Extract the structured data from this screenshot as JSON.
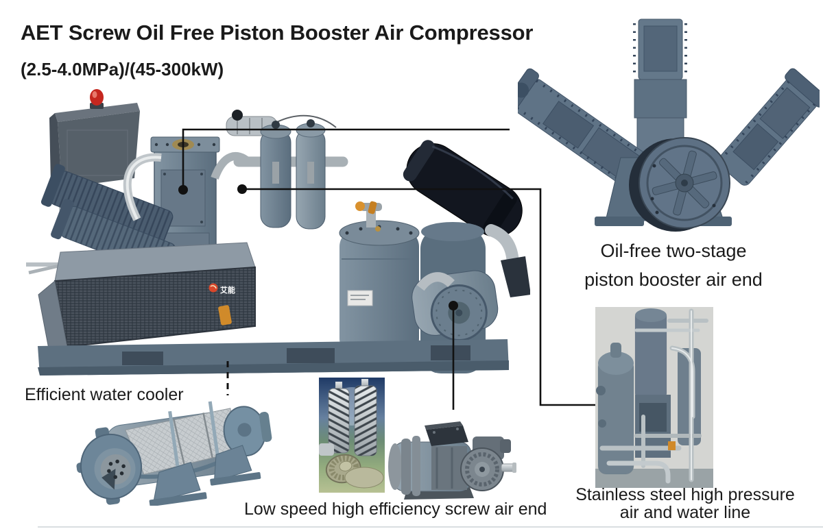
{
  "page": {
    "title": "AET Screw Oil Free Piston Booster Air Compressor",
    "subtitle": "(2.5-4.0MPa)/(45-300kW)"
  },
  "callouts": {
    "booster": {
      "line1": "Oil-free two-stage",
      "line2": "piston booster air end"
    },
    "water_cooler": {
      "label": "Efficient water cooler"
    },
    "screw_air_end": {
      "label": "Low speed high efficiency screw air end"
    },
    "stainless": {
      "line1": "Stainless steel high pressure",
      "line2": "air and water line"
    }
  },
  "machine": {
    "logo_text": "艾能"
  },
  "figures": {
    "main_machine": "compressor-package-photo",
    "booster_air_end": "piston-booster-air-end-photo",
    "stainless_line": "stainless-piping-photo",
    "water_cooler": "water-cooler-photo",
    "screw_rotors": "screw-rotor-photo",
    "screw_air_end": "screw-air-end-photo"
  },
  "colors": {
    "text": "#1a1a1a",
    "callout_line": "#111111",
    "machine_body": "#6f8191",
    "machine_dark": "#49596b",
    "pipe_silver": "#bfc6ca",
    "beacon_red": "#c5271f",
    "photo_background_gray": "#d4d5d2",
    "accent_orange": "#d08a2a"
  }
}
